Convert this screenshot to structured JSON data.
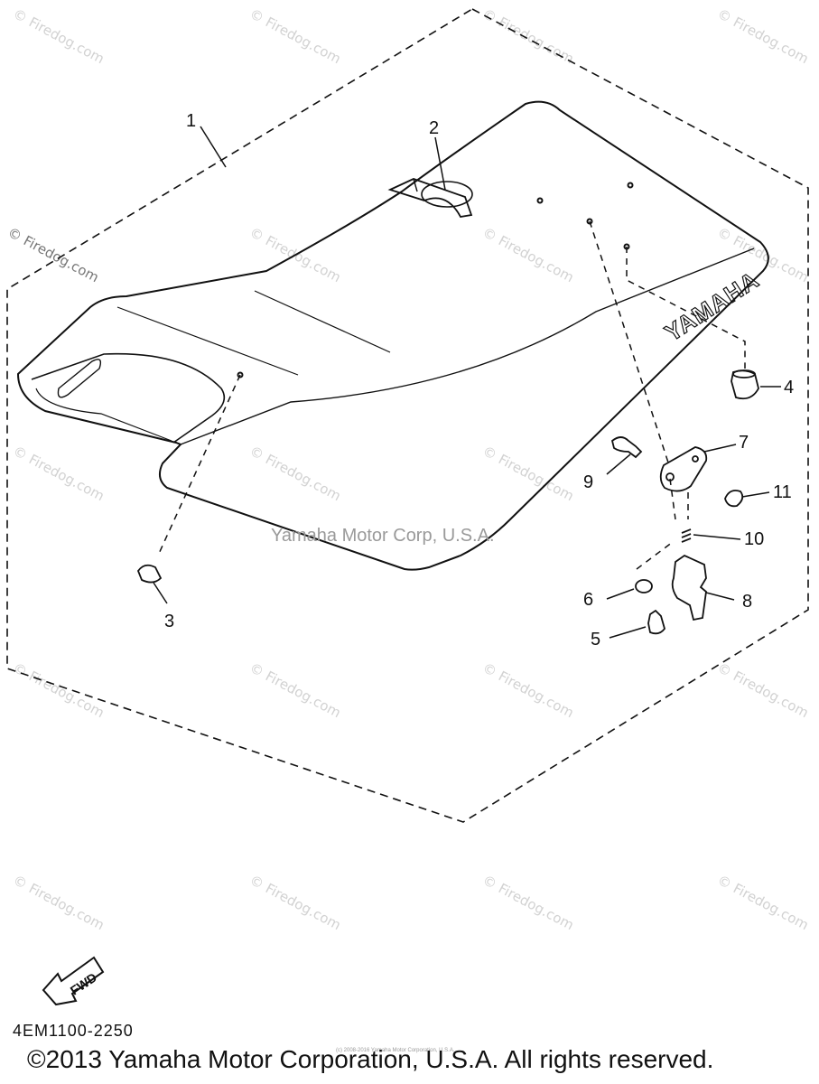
{
  "watermark": {
    "text": "© Firedog.com"
  },
  "seat_logo_text": "YAMAHA",
  "fwd_label": "FWD",
  "callouts": [
    {
      "id": "1",
      "label": "1"
    },
    {
      "id": "2",
      "label": "2"
    },
    {
      "id": "3",
      "label": "3"
    },
    {
      "id": "4",
      "label": "4"
    },
    {
      "id": "5",
      "label": "5"
    },
    {
      "id": "6",
      "label": "6"
    },
    {
      "id": "7",
      "label": "7"
    },
    {
      "id": "8",
      "label": "8"
    },
    {
      "id": "9",
      "label": "9"
    },
    {
      "id": "10",
      "label": "10"
    },
    {
      "id": "11",
      "label": "11"
    }
  ],
  "overlay_caption": "Yamaha Motor Corp, U.S.A.",
  "diagram_code": "4EM1100-2250",
  "small_print": "(c) 2008-2016 Yamaha Motor Corporation, U.S.A.",
  "copyright": "©2013 Yamaha Motor Corporation, U.S.A. All rights reserved."
}
